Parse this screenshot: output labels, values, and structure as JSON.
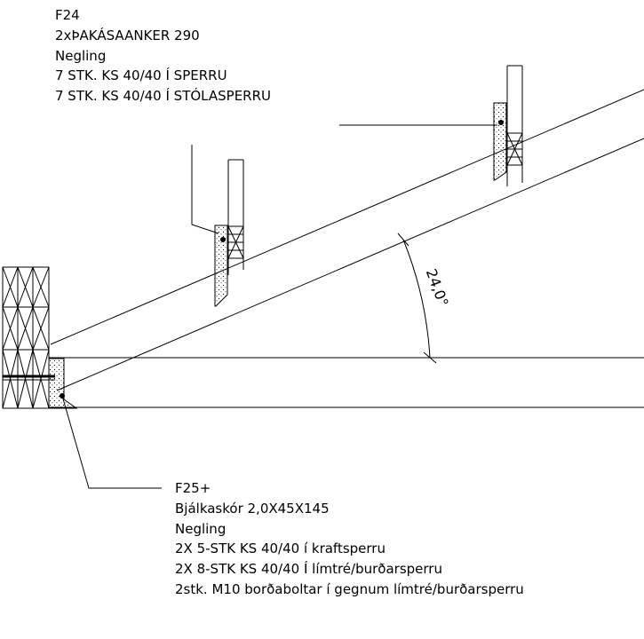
{
  "notes": {
    "f24": {
      "lines": [
        "F24",
        "2xÞAKÁSAANKER 290",
        "Negling",
        "7 STK. KS 40/40 Í SPERRU",
        "7 STK. KS 40/40 Í STÓLASPERRU"
      ]
    },
    "f25": {
      "lines": [
        "F25+",
        "Bjálkaskór 2,0X45X145",
        "Negling",
        "2X 5-STK KS 40/40 í kraftsperru",
        "2X 8-STK KS 40/40 Í límtré/burðarsperru",
        "2stk. M10 borðaboltar í gegnum límtré/burðarsperru"
      ]
    }
  },
  "dimension": {
    "angle_label": "24,0°"
  },
  "colors": {
    "line": "#000000",
    "background": "#ffffff"
  }
}
